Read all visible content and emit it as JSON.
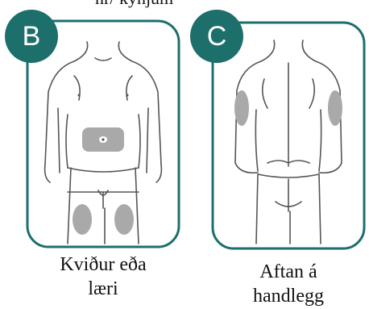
{
  "header_fragment": "nr/ kynjum",
  "panels": [
    {
      "badge": "B",
      "caption_line1": "Kviður eða",
      "caption_line2": "læri"
    },
    {
      "badge": "C",
      "caption_line1": "Aftan á",
      "caption_line2": "handlegg"
    }
  ],
  "colors": {
    "frame": "#1d6f6c",
    "badge": "#1d6f6c",
    "zone": "#a9a9a9",
    "outline": "#555555"
  }
}
